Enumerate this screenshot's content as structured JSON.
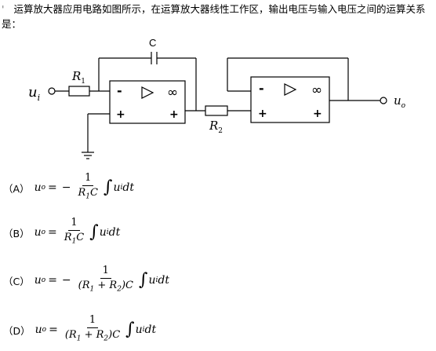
{
  "question": {
    "number": "'",
    "text": "运算放大器应用电路如图所示，在运算放大器线性工作区，输出电压与输入电压之间的运算关系是："
  },
  "circuit": {
    "labels": {
      "input": "u",
      "input_sub": "i",
      "output": "u",
      "output_sub": "o",
      "r1": "R",
      "r1_sub": "1",
      "r2": "R",
      "r2_sub": "2",
      "cap": "C"
    },
    "opamp1": {
      "minus": "-",
      "plus1": "+",
      "plus2": "+",
      "inf": "∞"
    },
    "opamp2": {
      "minus": "-",
      "plus1": "+",
      "plus2": "+",
      "inf": "∞"
    }
  },
  "options": [
    {
      "label": "（A）",
      "lhs": "u",
      "lhs_sub": "o",
      "eq": "=",
      "sign": "−",
      "num": "1",
      "den_a": "R",
      "den_a_sub": "1",
      "den_b": "C",
      "den_c": "",
      "den_c_sub": "",
      "den_tail": "",
      "integrand": "u",
      "integrand_sub": "i",
      "diff": "dt"
    },
    {
      "label": "（B）",
      "lhs": "u",
      "lhs_sub": "o",
      "eq": "=",
      "sign": "",
      "num": "1",
      "den_a": "R",
      "den_a_sub": "1",
      "den_b": "C",
      "den_c": "",
      "den_c_sub": "",
      "den_tail": "",
      "integrand": "u",
      "integrand_sub": "i",
      "diff": "dt"
    },
    {
      "label": "（C）",
      "lhs": "u",
      "lhs_sub": "o",
      "eq": "=",
      "sign": "−",
      "num": "1",
      "den_a": "(R",
      "den_a_sub": "1",
      "den_b": " + R",
      "den_c_sub": "2",
      "den_tail": ")C",
      "integrand": "u",
      "integrand_sub": "i",
      "diff": "dt"
    },
    {
      "label": "（D）",
      "lhs": "u",
      "lhs_sub": "o",
      "eq": "=",
      "sign": "",
      "num": "1",
      "den_a": "(R",
      "den_a_sub": "1",
      "den_b": " + R",
      "den_c_sub": "2",
      "den_tail": ")C",
      "integrand": "u",
      "integrand_sub": "i",
      "diff": "dt"
    }
  ]
}
